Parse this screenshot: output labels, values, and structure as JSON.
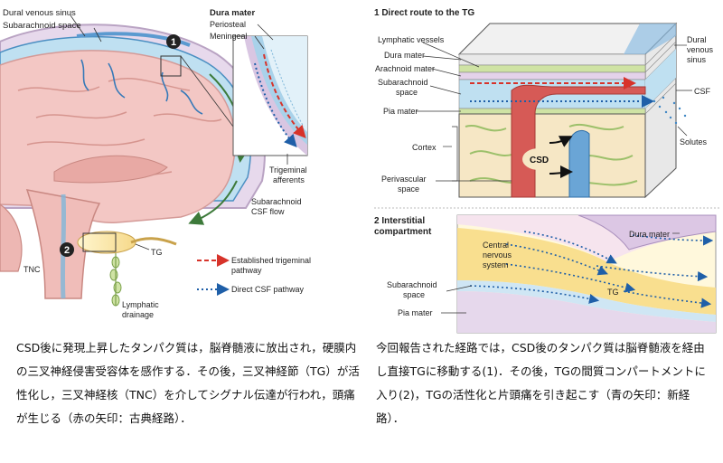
{
  "left_figure": {
    "labels": {
      "dural_venous_sinus": "Dural venous sinus",
      "subarachnoid_space": "Subarachnoid space",
      "dura_mater": "Dura mater",
      "periosteal": "Periosteal",
      "meningeal": "Meningeal",
      "trigeminal_afferents_1": "Trigeminal",
      "trigeminal_afferents_2": "afferents",
      "subarachnoid_csf_flow_1": "Subarachnoid",
      "subarachnoid_csf_flow_2": "CSF flow",
      "tg": "TG",
      "tnc": "TNC",
      "lymphatic_drainage_1": "Lymphatic",
      "lymphatic_drainage_2": "drainage",
      "marker_1": "1",
      "marker_2": "2"
    },
    "legend": {
      "established_1": "Established trigeminal",
      "established_2": "pathway",
      "established_color": "#d7332a",
      "direct": "Direct CSF pathway",
      "direct_color": "#1f5fa8"
    }
  },
  "panel_1": {
    "title": "1  Direct route to the TG",
    "labels": {
      "lymphatic_vessels": "Lymphatic vessels",
      "dura_mater": "Dura mater",
      "arachnoid_mater": "Arachnoid mater",
      "subarachnoid_1": "Subarachnoid",
      "subarachnoid_2": "space",
      "pia_mater": "Pia mater",
      "cortex": "Cortex",
      "perivascular_1": "Perivascular",
      "perivascular_2": "space",
      "csd": "CSD",
      "dural_1": "Dural",
      "dural_2": "venous",
      "dural_3": "sinus",
      "csf": "CSF",
      "solutes": "Solutes"
    }
  },
  "panel_2": {
    "title_1": "2  Interstitial",
    "title_2": "compartment",
    "labels": {
      "dura_mater": "Dura mater",
      "cns_1": "Central",
      "cns_2": "nervous",
      "cns_3": "system",
      "subarachnoid_1": "Subarachnoid",
      "subarachnoid_2": "space",
      "pia_mater": "Pia mater",
      "tg": "TG"
    }
  },
  "captions": {
    "left": "CSD後に発現上昇したタンパク質は，脳脊髄液に放出され，硬膜内の三叉神経侵害受容体を感作する．その後，三叉神経節（TG）が活性化し，三叉神経核（TNC）を介してシグナル伝達が行われ，頭痛が生じる（赤の矢印：古典経路）．",
    "right": "今回報告された経路では，CSD後のタンパク質は脳脊髄液を経由し直接TGに移動する(1)．その後，TGの間質コンパートメントに入り(2)，TGの活性化と片頭痛を引き起こす（青の矢印：新経路）．"
  }
}
